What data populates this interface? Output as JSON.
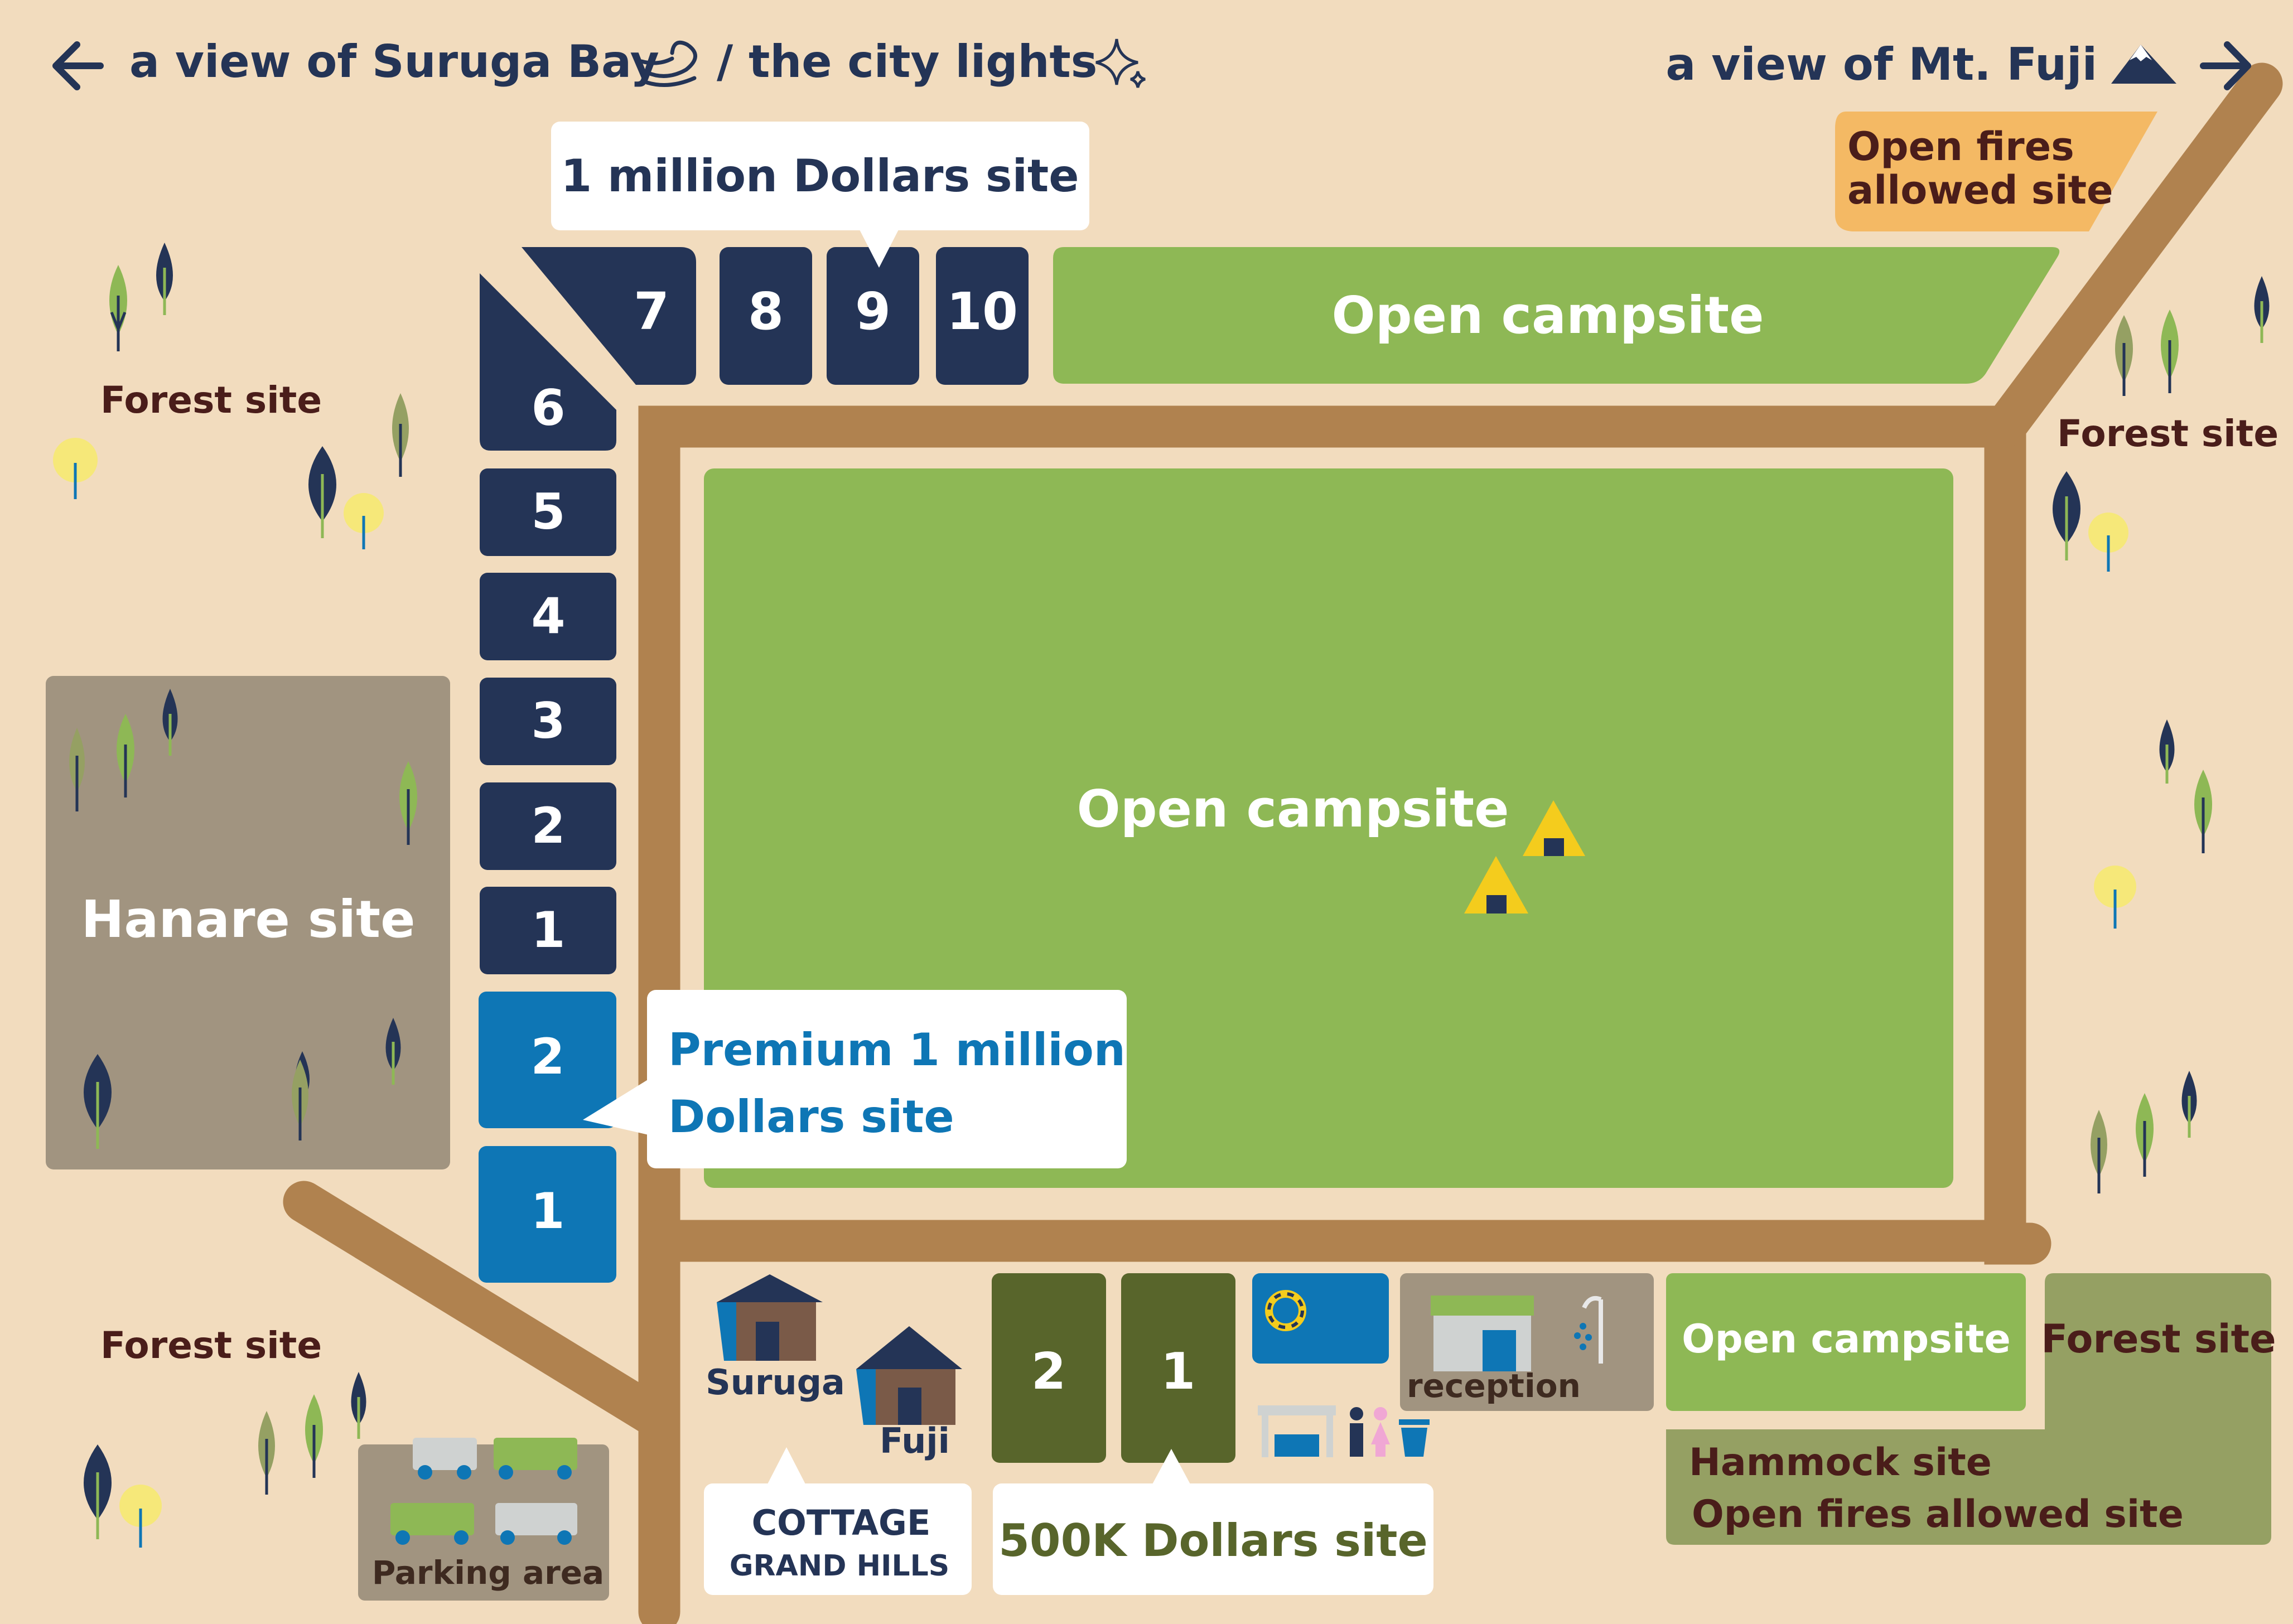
{
  "colors": {
    "background": "#f2dcbe",
    "navy": "#243456",
    "blue": "#0e76b5",
    "grass": "#8eb855",
    "olive": "#58652b",
    "forest_green": "#95a063",
    "road": "#b0824f",
    "hanare": "#a19480",
    "orange": "#f4b964",
    "dark_text": "#4a1d1a",
    "yellow": "#f4cc1d"
  },
  "header": {
    "left_direction": "a view of Suruga Bay",
    "left_separator": "/ the city lights",
    "right_direction": "a view of Mt. Fuji"
  },
  "callouts": {
    "million_site": "1 million Dollars site",
    "open_fires_line1": "Open fires",
    "open_fires_line2": "allowed site",
    "premium_line1": "Premium 1 million",
    "premium_line2": "Dollars site",
    "k500_site": "500K Dollars site",
    "cottage_line1": "COTTAGE",
    "cottage_line2": "GRAND HILLS"
  },
  "sites": {
    "top_row": [
      "7",
      "8",
      "9",
      "10"
    ],
    "left_column": [
      "6",
      "5",
      "4",
      "3",
      "2",
      "1"
    ],
    "premium": [
      "2",
      "1"
    ],
    "k500": [
      "2",
      "1"
    ]
  },
  "areas": {
    "open_campsite_top": "Open campsite",
    "open_campsite_center": "Open campsite",
    "open_campsite_small": "Open campsite",
    "hanare_site": "Hanare site",
    "forest_site_top_left": "Forest site",
    "forest_site_right": "Forest site",
    "forest_site_bottom_left": "Forest site",
    "forest_site_bottom_right": "Forest site",
    "hammock_line1": "Hammock site",
    "hammock_line2": "Open fires allowed site",
    "parking_area": "Parking area",
    "reception": "reception",
    "cottage_suruga": "Suruga",
    "cottage_fuji": "Fuji"
  },
  "icons": [
    "arrow-left-icon",
    "wave-icon",
    "sparkle-icon",
    "mount-fuji-icon",
    "arrow-right-icon",
    "tent-icon",
    "house-icon",
    "tree-icon",
    "car-icon",
    "pool-icon",
    "shower-icon",
    "toilet-icon",
    "trash-icon",
    "bbq-shelter-icon"
  ]
}
